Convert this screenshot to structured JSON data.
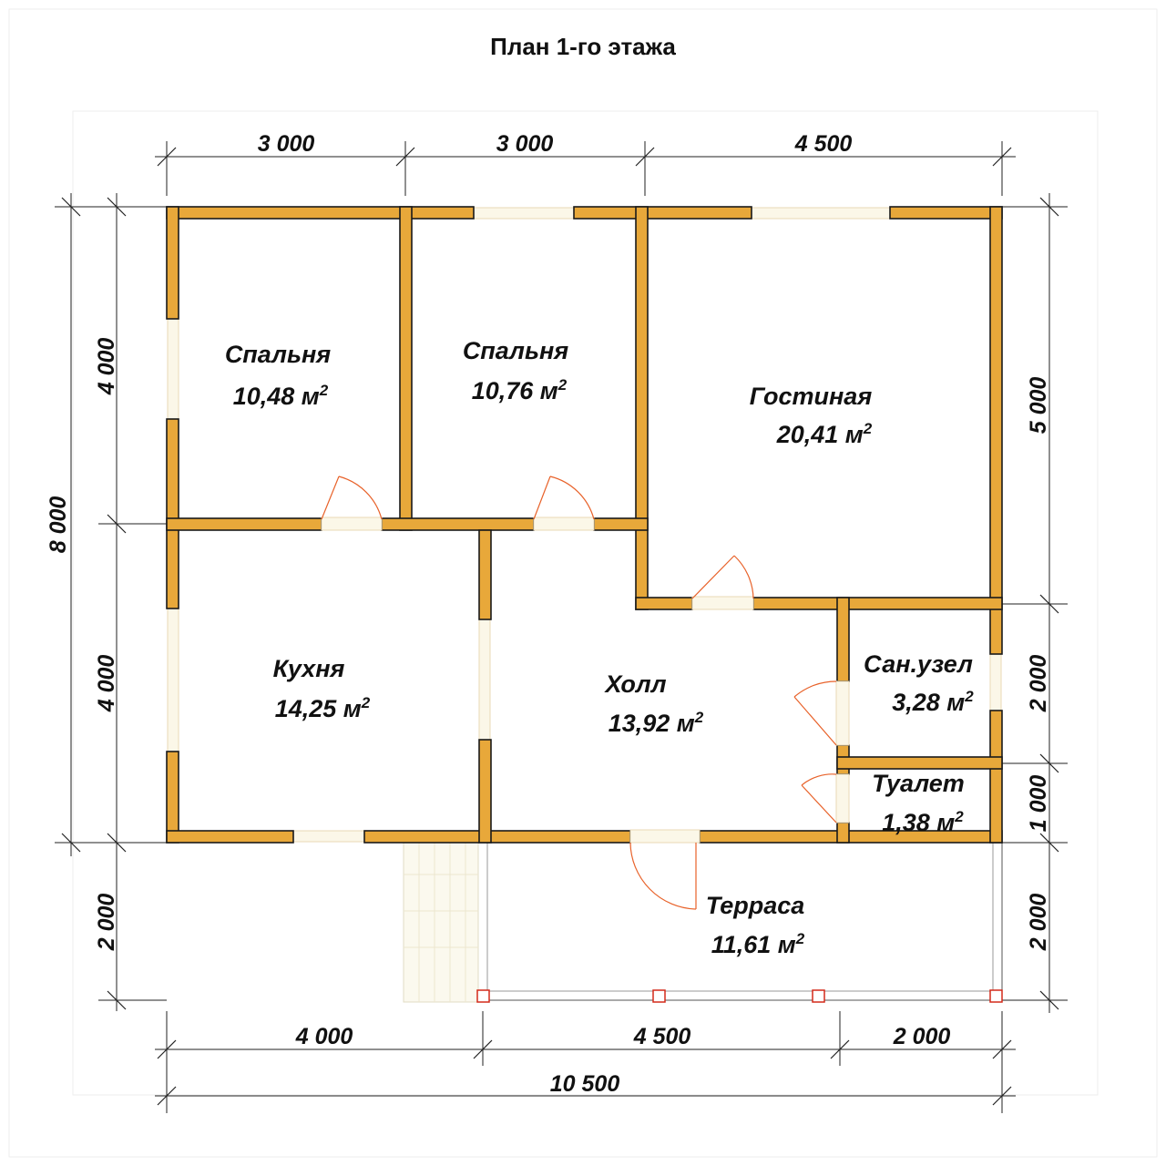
{
  "title": "План 1-го этажа",
  "dimensions": {
    "top": [
      "3 000",
      "3 000",
      "4 500"
    ],
    "left_outer": "8 000",
    "left_inner": [
      "4 000",
      "4 000",
      "2 000"
    ],
    "right": [
      "5 000",
      "2 000",
      "1 000",
      "2 000"
    ],
    "bottom": [
      "4 000",
      "4 500",
      "2 000"
    ],
    "bottom_total": "10 500"
  },
  "rooms": [
    {
      "name": "Спальня",
      "area": "10,48 м",
      "unit_sup": "2"
    },
    {
      "name": "Спальня",
      "area": "10,76 м",
      "unit_sup": "2"
    },
    {
      "name": "Гостиная",
      "area": "20,41 м",
      "unit_sup": "2"
    },
    {
      "name": "Кухня",
      "area": "14,25 м",
      "unit_sup": "2"
    },
    {
      "name": "Холл",
      "area": "13,92 м",
      "unit_sup": "2"
    },
    {
      "name": "Сан.узел",
      "area": "3,28 м",
      "unit_sup": "2"
    },
    {
      "name": "Туалет",
      "area": "1,38 м",
      "unit_sup": "2"
    },
    {
      "name": "Терраса",
      "area": "11,61 м",
      "unit_sup": "2"
    }
  ],
  "colors": {
    "wall": "#e8a83a",
    "door": "#e8622a",
    "post": "#d42a1a",
    "window": "#fbf7e8"
  }
}
